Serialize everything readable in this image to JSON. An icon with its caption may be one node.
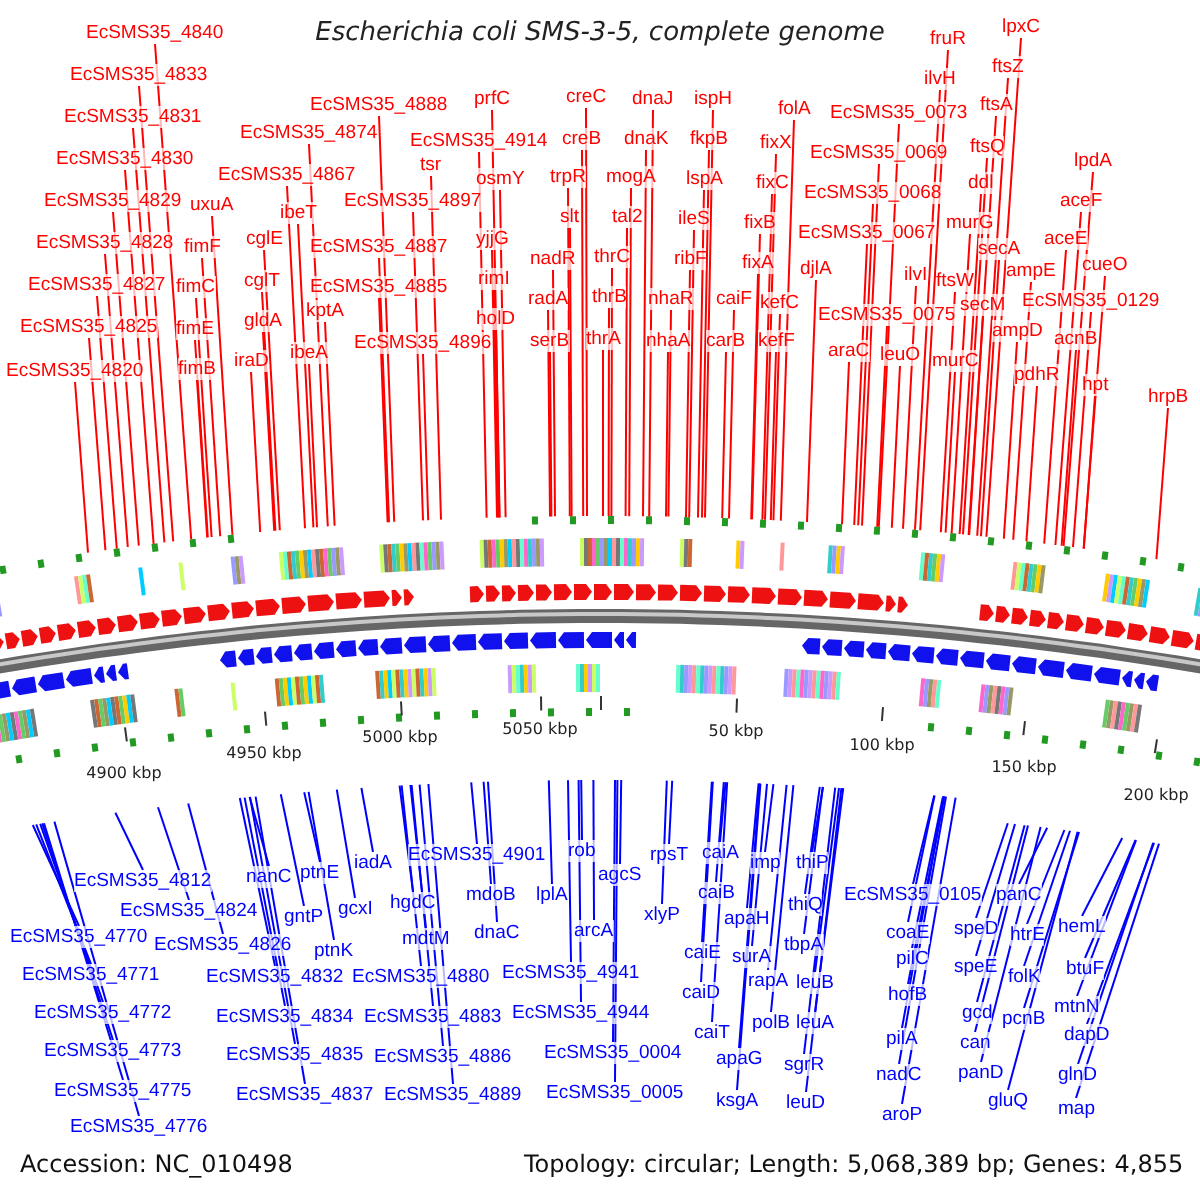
{
  "diagram": {
    "title": "Escherichia coli SMS-3-5, complete genome",
    "nodes": [
      {
        "text": [
          "EcSMS35_4840"
        ]
      },
      {
        "text": [
          "EcSMS35_4833"
        ]
      },
      {
        "text": [
          "EcSMS35_4831"
        ]
      },
      {
        "text": [
          "EcSMS35_4830"
        ]
      },
      {
        "text": [
          "EcSMS35_4829"
        ]
      },
      {
        "text": [
          "EcSMS35_4828"
        ]
      },
      {
        "text": [
          "EcSMS35_4827"
        ]
      },
      {
        "text": [
          "EcSMS35_4825"
        ]
      },
      {
        "text": [
          "EcSMS35_4820"
        ]
      },
      {
        "text": [
          "uxuA"
        ]
      },
      {
        "text": [
          "fimF"
        ]
      },
      {
        "text": [
          "fimC"
        ]
      },
      {
        "text": [
          "fimE"
        ]
      },
      {
        "text": [
          "fimB"
        ]
      },
      {
        "text": [
          "EcSMS35_4874"
        ]
      },
      {
        "text": [
          "EcSMS35_4867"
        ]
      },
      {
        "text": [
          "ibeT"
        ]
      },
      {
        "text": [
          "cglE"
        ]
      },
      {
        "text": [
          "cglT"
        ]
      },
      {
        "text": [
          "kptA"
        ]
      },
      {
        "text": [
          "gldA"
        ]
      },
      {
        "text": [
          "ibeA"
        ]
      },
      {
        "text": [
          "iraD"
        ]
      },
      {
        "text": [
          "EcSMS35_4888"
        ]
      },
      {
        "text": [
          "EcSMS35_4914"
        ]
      },
      {
        "text": [
          "tsr"
        ]
      },
      {
        "text": [
          "EcSMS35_4897"
        ]
      },
      {
        "text": [
          "EcSMS35_4887"
        ]
      },
      {
        "text": [
          "EcSMS35_4885"
        ]
      },
      {
        "text": [
          "EcSMS35_4896"
        ]
      },
      {
        "text": [
          "prfC"
        ]
      },
      {
        "text": [
          "osmY"
        ]
      },
      {
        "text": [
          "yjjG"
        ]
      },
      {
        "text": [
          "rimI"
        ]
      },
      {
        "text": [
          "holD"
        ]
      },
      {
        "text": [
          "creC"
        ]
      },
      {
        "text": [
          "creB"
        ]
      },
      {
        "text": [
          "trpR"
        ]
      },
      {
        "text": [
          "slt"
        ]
      },
      {
        "text": [
          "nadR"
        ]
      },
      {
        "text": [
          "radA"
        ]
      },
      {
        "text": [
          "serB"
        ]
      },
      {
        "text": [
          "mogA"
        ]
      },
      {
        "text": [
          "tal2"
        ]
      },
      {
        "text": [
          "thrC"
        ]
      },
      {
        "text": [
          "thrB"
        ]
      },
      {
        "text": [
          "thrA"
        ]
      },
      {
        "text": [
          "dnaJ"
        ]
      },
      {
        "text": [
          "dnaK"
        ]
      },
      {
        "text": [
          "ispH"
        ]
      },
      {
        "text": [
          "fkpB"
        ]
      },
      {
        "text": [
          "lspA"
        ]
      },
      {
        "text": [
          "ileS"
        ]
      },
      {
        "text": [
          "ribF"
        ]
      },
      {
        "text": [
          "nhaR"
        ]
      },
      {
        "text": [
          "nhaA"
        ]
      },
      {
        "text": [
          "caiF"
        ]
      },
      {
        "text": [
          "carB"
        ]
      },
      {
        "text": [
          "folA"
        ]
      },
      {
        "text": [
          "fixX"
        ]
      },
      {
        "text": [
          "fixC"
        ]
      },
      {
        "text": [
          "fixB"
        ]
      },
      {
        "text": [
          "fixA"
        ]
      },
      {
        "text": [
          "kefC"
        ]
      },
      {
        "text": [
          "kefF"
        ]
      },
      {
        "text": [
          "djlA"
        ]
      },
      {
        "text": [
          "EcSMS35_0073"
        ]
      },
      {
        "text": [
          "EcSMS35_0069"
        ]
      },
      {
        "text": [
          "EcSMS35_0068"
        ]
      },
      {
        "text": [
          "EcSMS35_0067"
        ]
      },
      {
        "text": [
          "EcSMS35_0075"
        ]
      },
      {
        "text": [
          "araC"
        ]
      },
      {
        "text": [
          "leuO"
        ]
      },
      {
        "text": [
          "ilvI"
        ]
      },
      {
        "text": [
          "fruR"
        ]
      },
      {
        "text": [
          "ilvH"
        ]
      },
      {
        "text": [
          "lpxC"
        ]
      },
      {
        "text": [
          "ftsZ"
        ]
      },
      {
        "text": [
          "ftsA"
        ]
      },
      {
        "text": [
          "ftsQ"
        ]
      },
      {
        "text": [
          "ddl"
        ]
      },
      {
        "text": [
          "murG"
        ]
      },
      {
        "text": [
          "secA"
        ]
      },
      {
        "text": [
          "ftsW"
        ]
      },
      {
        "text": [
          "secM"
        ]
      },
      {
        "text": [
          "murC"
        ]
      },
      {
        "text": [
          "ampE"
        ]
      },
      {
        "text": [
          "ampD"
        ]
      },
      {
        "text": [
          "lpdA"
        ]
      },
      {
        "text": [
          "aceF"
        ]
      },
      {
        "text": [
          "aceE"
        ]
      },
      {
        "text": [
          "cueO"
        ]
      },
      {
        "text": [
          "EcSMS35_0129"
        ]
      },
      {
        "text": [
          "acnB"
        ]
      },
      {
        "text": [
          "pdhR"
        ]
      },
      {
        "text": [
          "hpt"
        ]
      },
      {
        "text": [
          "hrpB"
        ]
      },
      {
        "text": [
          "EcSMS35_4812"
        ]
      },
      {
        "text": [
          "EcSMS35_4824"
        ]
      },
      {
        "text": [
          "EcSMS35_4770"
        ]
      },
      {
        "text": [
          "EcSMS35_4826"
        ]
      },
      {
        "text": [
          "EcSMS35_4771"
        ]
      },
      {
        "text": [
          "EcSMS35_4772"
        ]
      },
      {
        "text": [
          "EcSMS35_4773"
        ]
      },
      {
        "text": [
          "EcSMS35_4775"
        ]
      },
      {
        "text": [
          "EcSMS35_4776"
        ]
      },
      {
        "text": [
          "nanC"
        ]
      },
      {
        "text": [
          "ptnE"
        ]
      },
      {
        "text": [
          "iadA"
        ]
      },
      {
        "text": [
          "gntP"
        ]
      },
      {
        "text": [
          "gcxI"
        ]
      },
      {
        "text": [
          "ptnK"
        ]
      },
      {
        "text": [
          "EcSMS35_4832"
        ]
      },
      {
        "text": [
          "EcSMS35_4834"
        ]
      },
      {
        "text": [
          "EcSMS35_4835"
        ]
      },
      {
        "text": [
          "EcSMS35_4837"
        ]
      },
      {
        "text": [
          "hgdC"
        ]
      },
      {
        "text": [
          "mdtM"
        ]
      },
      {
        "text": [
          "EcSMS35_4880"
        ]
      },
      {
        "text": [
          "EcSMS35_4883"
        ]
      },
      {
        "text": [
          "EcSMS35_4886"
        ]
      },
      {
        "text": [
          "EcSMS35_4889"
        ]
      },
      {
        "text": [
          "EcSMS35_4901"
        ]
      },
      {
        "text": [
          "mdoB"
        ]
      },
      {
        "text": [
          "dnaC"
        ]
      },
      {
        "text": [
          "rob"
        ]
      },
      {
        "text": [
          "lplA"
        ]
      },
      {
        "text": [
          "agcS"
        ]
      },
      {
        "text": [
          "arcA"
        ]
      },
      {
        "text": [
          "EcSMS35_4941"
        ]
      },
      {
        "text": [
          "EcSMS35_4944"
        ]
      },
      {
        "text": [
          "EcSMS35_0004"
        ]
      },
      {
        "text": [
          "EcSMS35_0005"
        ]
      },
      {
        "text": [
          "rpsT"
        ]
      },
      {
        "text": [
          "xlyP"
        ]
      },
      {
        "text": [
          "caiA"
        ]
      },
      {
        "text": [
          "caiB"
        ]
      },
      {
        "text": [
          "caiE"
        ]
      },
      {
        "text": [
          "caiD"
        ]
      },
      {
        "text": [
          "caiT"
        ]
      },
      {
        "text": [
          "apaH"
        ]
      },
      {
        "text": [
          "surA"
        ]
      },
      {
        "text": [
          "rapA"
        ]
      },
      {
        "text": [
          "polB"
        ]
      },
      {
        "text": [
          "apaG"
        ]
      },
      {
        "text": [
          "ksgA"
        ]
      },
      {
        "text": [
          "imp"
        ]
      },
      {
        "text": [
          "thiP"
        ]
      },
      {
        "text": [
          "thiQ"
        ]
      },
      {
        "text": [
          "tbpA"
        ]
      },
      {
        "text": [
          "leuB"
        ]
      },
      {
        "text": [
          "leuA"
        ]
      },
      {
        "text": [
          "sgrR"
        ]
      },
      {
        "text": [
          "leuD"
        ]
      },
      {
        "text": [
          "EcSMS35_0105"
        ]
      },
      {
        "text": [
          "coaE"
        ]
      },
      {
        "text": [
          "pilC"
        ]
      },
      {
        "text": [
          "hofB"
        ]
      },
      {
        "text": [
          "pilA"
        ]
      },
      {
        "text": [
          "nadC"
        ]
      },
      {
        "text": [
          "aroP"
        ]
      },
      {
        "text": [
          "panC"
        ]
      },
      {
        "text": [
          "speD"
        ]
      },
      {
        "text": [
          "htrE"
        ]
      },
      {
        "text": [
          "speE"
        ]
      },
      {
        "text": [
          "folK"
        ]
      },
      {
        "text": [
          "gcd"
        ]
      },
      {
        "text": [
          "pcnB"
        ]
      },
      {
        "text": [
          "can"
        ]
      },
      {
        "text": [
          "panD"
        ]
      },
      {
        "text": [
          "gluQ"
        ]
      },
      {
        "text": [
          "hemL"
        ]
      },
      {
        "text": [
          "btuF"
        ]
      },
      {
        "text": [
          "mtnN"
        ]
      },
      {
        "text": [
          "dapD"
        ]
      },
      {
        "text": [
          "glnD"
        ]
      },
      {
        "text": [
          "map"
        ]
      }
    ],
    "edges": [
      {
        "from": 0,
        "to": null,
        "arrow": "none"
      },
      {
        "from": 1,
        "to": null,
        "arrow": "none"
      },
      {
        "from": 2,
        "to": null,
        "arrow": "none"
      },
      {
        "from": 3,
        "to": null,
        "arrow": "none"
      },
      {
        "from": 4,
        "to": null,
        "arrow": "none"
      },
      {
        "from": 5,
        "to": null,
        "arrow": "none"
      },
      {
        "from": 6,
        "to": null,
        "arrow": "none"
      },
      {
        "from": 7,
        "to": null,
        "arrow": "none"
      },
      {
        "from": 8,
        "to": null,
        "arrow": "none"
      },
      {
        "from": 9,
        "to": null,
        "arrow": "none"
      },
      {
        "from": 10,
        "to": null,
        "arrow": "none"
      },
      {
        "from": 11,
        "to": null,
        "arrow": "none"
      },
      {
        "from": 12,
        "to": null,
        "arrow": "none"
      },
      {
        "from": 13,
        "to": null,
        "arrow": "none"
      },
      {
        "from": 14,
        "to": null,
        "arrow": "none"
      },
      {
        "from": 15,
        "to": null,
        "arrow": "none"
      },
      {
        "from": 16,
        "to": null,
        "arrow": "none"
      },
      {
        "from": 17,
        "to": null,
        "arrow": "none"
      },
      {
        "from": 18,
        "to": null,
        "arrow": "none"
      },
      {
        "from": 19,
        "to": null,
        "arrow": "none"
      },
      {
        "from": 20,
        "to": null,
        "arrow": "none"
      },
      {
        "from": 21,
        "to": null,
        "arrow": "none"
      },
      {
        "from": 22,
        "to": null,
        "arrow": "none"
      },
      {
        "from": 23,
        "to": null,
        "arrow": "none"
      },
      {
        "from": 24,
        "to": null,
        "arrow": "none"
      },
      {
        "from": 25,
        "to": null,
        "arrow": "none"
      },
      {
        "from": 26,
        "to": null,
        "arrow": "none"
      },
      {
        "from": 27,
        "to": null,
        "arrow": "none"
      },
      {
        "from": 28,
        "to": null,
        "arrow": "none"
      },
      {
        "from": 29,
        "to": null,
        "arrow": "none"
      },
      {
        "from": 30,
        "to": null,
        "arrow": "none"
      },
      {
        "from": 31,
        "to": null,
        "arrow": "none"
      },
      {
        "from": 32,
        "to": null,
        "arrow": "none"
      },
      {
        "from": 33,
        "to": null,
        "arrow": "none"
      },
      {
        "from": 34,
        "to": null,
        "arrow": "none"
      },
      {
        "from": 35,
        "to": null,
        "arrow": "none"
      },
      {
        "from": 36,
        "to": null,
        "arrow": "none"
      },
      {
        "from": 37,
        "to": null,
        "arrow": "none"
      },
      {
        "from": 38,
        "to": null,
        "arrow": "none"
      },
      {
        "from": 39,
        "to": null,
        "arrow": "none"
      },
      {
        "from": 40,
        "to": null,
        "arrow": "none"
      },
      {
        "from": 41,
        "to": null,
        "arrow": "none"
      },
      {
        "from": 42,
        "to": null,
        "arrow": "none"
      },
      {
        "from": 43,
        "to": null,
        "arrow": "none"
      },
      {
        "from": 44,
        "to": null,
        "arrow": "none"
      },
      {
        "from": 45,
        "to": null,
        "arrow": "none"
      },
      {
        "from": 46,
        "to": null,
        "arrow": "none"
      },
      {
        "from": 47,
        "to": null,
        "arrow": "none"
      },
      {
        "from": 48,
        "to": null,
        "arrow": "none"
      },
      {
        "from": 49,
        "to": null,
        "arrow": "none"
      },
      {
        "from": 50,
        "to": null,
        "arrow": "none"
      },
      {
        "from": 51,
        "to": null,
        "arrow": "none"
      },
      {
        "from": 52,
        "to": null,
        "arrow": "none"
      },
      {
        "from": 53,
        "to": null,
        "arrow": "none"
      },
      {
        "from": 54,
        "to": null,
        "arrow": "none"
      },
      {
        "from": 55,
        "to": null,
        "arrow": "none"
      },
      {
        "from": 56,
        "to": null,
        "arrow": "none"
      },
      {
        "from": 57,
        "to": null,
        "arrow": "none"
      },
      {
        "from": 58,
        "to": null,
        "arrow": "none"
      },
      {
        "from": 59,
        "to": null,
        "arrow": "none"
      },
      {
        "from": 60,
        "to": null,
        "arrow": "none"
      },
      {
        "from": 61,
        "to": null,
        "arrow": "none"
      },
      {
        "from": 62,
        "to": null,
        "arrow": "none"
      },
      {
        "from": 63,
        "to": null,
        "arrow": "none"
      },
      {
        "from": 64,
        "to": null,
        "arrow": "none"
      },
      {
        "from": 65,
        "to": null,
        "arrow": "none"
      },
      {
        "from": 66,
        "to": null,
        "arrow": "none"
      },
      {
        "from": 67,
        "to": null,
        "arrow": "none"
      },
      {
        "from": 68,
        "to": null,
        "arrow": "none"
      },
      {
        "from": 69,
        "to": null,
        "arrow": "none"
      },
      {
        "from": 70,
        "to": null,
        "arrow": "none"
      },
      {
        "from": 71,
        "to": null,
        "arrow": "none"
      },
      {
        "from": 72,
        "to": null,
        "arrow": "none"
      },
      {
        "from": 73,
        "to": null,
        "arrow": "none"
      },
      {
        "from": 74,
        "to": null,
        "arrow": "none"
      },
      {
        "from": 75,
        "to": null,
        "arrow": "none"
      },
      {
        "from": 76,
        "to": null,
        "arrow": "none"
      },
      {
        "from": 77,
        "to": null,
        "arrow": "none"
      },
      {
        "from": 78,
        "to": null,
        "arrow": "none"
      },
      {
        "from": 79,
        "to": null,
        "arrow": "none"
      },
      {
        "from": 80,
        "to": null,
        "arrow": "none"
      },
      {
        "from": 81,
        "to": null,
        "arrow": "none"
      },
      {
        "from": 82,
        "to": null,
        "arrow": "none"
      },
      {
        "from": 83,
        "to": null,
        "arrow": "none"
      },
      {
        "from": 84,
        "to": null,
        "arrow": "none"
      },
      {
        "from": 85,
        "to": null,
        "arrow": "none"
      },
      {
        "from": 86,
        "to": null,
        "arrow": "none"
      },
      {
        "from": 87,
        "to": null,
        "arrow": "none"
      },
      {
        "from": 88,
        "to": null,
        "arrow": "none"
      },
      {
        "from": 89,
        "to": null,
        "arrow": "none"
      },
      {
        "from": 90,
        "to": null,
        "arrow": "none"
      },
      {
        "from": 91,
        "to": null,
        "arrow": "none"
      },
      {
        "from": 92,
        "to": null,
        "arrow": "none"
      },
      {
        "from": 93,
        "to": null,
        "arrow": "none"
      },
      {
        "from": 94,
        "to": null,
        "arrow": "none"
      },
      {
        "from": 95,
        "to": null,
        "arrow": "none"
      },
      {
        "from": 96,
        "to": null,
        "arrow": "none"
      },
      {
        "from": 97,
        "to": null,
        "arrow": "none",
        "color": "#0000ff"
      },
      {
        "from": 98,
        "to": null,
        "arrow": "none",
        "color": "#0000ff"
      },
      {
        "from": 99,
        "to": null,
        "arrow": "none",
        "color": "#0000ff"
      },
      {
        "from": 100,
        "to": null,
        "arrow": "none",
        "color": "#0000ff"
      },
      {
        "from": 101,
        "to": null,
        "arrow": "none",
        "color": "#0000ff"
      },
      {
        "from": 102,
        "to": null,
        "arrow": "none",
        "color": "#0000ff"
      },
      {
        "from": 103,
        "to": null,
        "arrow": "none",
        "color": "#0000ff"
      },
      {
        "from": 104,
        "to": null,
        "arrow": "none",
        "color": "#0000ff"
      },
      {
        "from": 105,
        "to": null,
        "arrow": "none",
        "color": "#0000ff"
      },
      {
        "from": 106,
        "to": null,
        "arrow": "none",
        "color": "#0000ff"
      },
      {
        "from": 107,
        "to": null,
        "arrow": "none",
        "color": "#0000ff"
      },
      {
        "from": 108,
        "to": null,
        "arrow": "none",
        "color": "#0000ff"
      },
      {
        "from": 109,
        "to": null,
        "arrow": "none",
        "color": "#0000ff"
      },
      {
        "from": 110,
        "to": null,
        "arrow": "none",
        "color": "#0000ff"
      },
      {
        "from": 111,
        "to": null,
        "arrow": "none",
        "color": "#0000ff"
      },
      {
        "from": 112,
        "to": null,
        "arrow": "none",
        "color": "#0000ff"
      },
      {
        "from": 113,
        "to": null,
        "arrow": "none",
        "color": "#0000ff"
      },
      {
        "from": 114,
        "to": null,
        "arrow": "none",
        "color": "#0000ff"
      },
      {
        "from": 115,
        "to": null,
        "arrow": "none",
        "color": "#0000ff"
      },
      {
        "from": 116,
        "to": null,
        "arrow": "none",
        "color": "#0000ff"
      },
      {
        "from": 117,
        "to": null,
        "arrow": "none",
        "color": "#0000ff"
      },
      {
        "from": 118,
        "to": null,
        "arrow": "none",
        "color": "#0000ff"
      },
      {
        "from": 119,
        "to": null,
        "arrow": "none",
        "color": "#0000ff"
      },
      {
        "from": 120,
        "to": null,
        "arrow": "none",
        "color": "#0000ff"
      },
      {
        "from": 121,
        "to": null,
        "arrow": "none",
        "color": "#0000ff"
      },
      {
        "from": 122,
        "to": null,
        "arrow": "none",
        "color": "#0000ff"
      },
      {
        "from": 123,
        "to": null,
        "arrow": "none",
        "color": "#0000ff"
      },
      {
        "from": 124,
        "to": null,
        "arrow": "none",
        "color": "#0000ff"
      },
      {
        "from": 125,
        "to": null,
        "arrow": "none",
        "color": "#0000ff"
      },
      {
        "from": 126,
        "to": null,
        "arrow": "none",
        "color": "#0000ff"
      },
      {
        "from": 127,
        "to": null,
        "arrow": "none",
        "color": "#0000ff"
      },
      {
        "from": 128,
        "to": null,
        "arrow": "none",
        "color": "#0000ff"
      },
      {
        "from": 129,
        "to": null,
        "arrow": "none",
        "color": "#0000ff"
      },
      {
        "from": 130,
        "to": null,
        "arrow": "none",
        "color": "#0000ff"
      },
      {
        "from": 131,
        "to": null,
        "arrow": "none",
        "color": "#0000ff"
      },
      {
        "from": 132,
        "to": null,
        "arrow": "none",
        "color": "#0000ff"
      },
      {
        "from": 133,
        "to": null,
        "arrow": "none",
        "color": "#0000ff"
      },
      {
        "from": 134,
        "to": null,
        "arrow": "none",
        "color": "#0000ff"
      },
      {
        "from": 135,
        "to": null,
        "arrow": "none",
        "color": "#0000ff"
      },
      {
        "from": 136,
        "to": null,
        "arrow": "none",
        "color": "#0000ff"
      },
      {
        "from": 137,
        "to": null,
        "arrow": "none",
        "color": "#0000ff"
      },
      {
        "from": 138,
        "to": null,
        "arrow": "none",
        "color": "#0000ff"
      },
      {
        "from": 139,
        "to": null,
        "arrow": "none",
        "color": "#0000ff"
      },
      {
        "from": 140,
        "to": null,
        "arrow": "none",
        "color": "#0000ff"
      },
      {
        "from": 141,
        "to": null,
        "arrow": "none",
        "color": "#0000ff"
      },
      {
        "from": 142,
        "to": null,
        "arrow": "none",
        "color": "#0000ff"
      },
      {
        "from": 143,
        "to": null,
        "arrow": "none",
        "color": "#0000ff"
      },
      {
        "from": 144,
        "to": null,
        "arrow": "none",
        "color": "#0000ff"
      },
      {
        "from": 145,
        "to": null,
        "arrow": "none",
        "color": "#0000ff"
      },
      {
        "from": 146,
        "to": null,
        "arrow": "none",
        "color": "#0000ff"
      },
      {
        "from": 147,
        "to": null,
        "arrow": "none",
        "color": "#0000ff"
      },
      {
        "from": 148,
        "to": null,
        "arrow": "none",
        "color": "#0000ff"
      },
      {
        "from": 149,
        "to": null,
        "arrow": "none",
        "color": "#0000ff"
      },
      {
        "from": 150,
        "to": null,
        "arrow": "none",
        "color": "#0000ff"
      },
      {
        "from": 151,
        "to": null,
        "arrow": "none",
        "color": "#0000ff"
      },
      {
        "from": 152,
        "to": null,
        "arrow": "none",
        "color": "#0000ff"
      },
      {
        "from": 153,
        "to": null,
        "arrow": "none",
        "color": "#0000ff"
      },
      {
        "from": 154,
        "to": null,
        "arrow": "none",
        "color": "#0000ff"
      },
      {
        "from": 155,
        "to": null,
        "arrow": "none",
        "color": "#0000ff"
      },
      {
        "from": 156,
        "to": null,
        "arrow": "none",
        "color": "#0000ff"
      },
      {
        "from": 157,
        "to": null,
        "arrow": "none",
        "color": "#0000ff"
      },
      {
        "from": 158,
        "to": null,
        "arrow": "none",
        "color": "#0000ff"
      },
      {
        "from": 159,
        "to": null,
        "arrow": "none",
        "color": "#0000ff"
      },
      {
        "from": 160,
        "to": null,
        "arrow": "none",
        "color": "#0000ff"
      },
      {
        "from": 161,
        "to": null,
        "arrow": "none",
        "color": "#0000ff"
      },
      {
        "from": 162,
        "to": null,
        "arrow": "none",
        "color": "#0000ff"
      },
      {
        "from": 163,
        "to": null,
        "arrow": "none",
        "color": "#0000ff"
      },
      {
        "from": 164,
        "to": null,
        "arrow": "none",
        "color": "#0000ff"
      },
      {
        "from": 165,
        "to": null,
        "arrow": "none",
        "color": "#0000ff"
      },
      {
        "from": 166,
        "to": null,
        "arrow": "none",
        "color": "#0000ff"
      },
      {
        "from": 167,
        "to": null,
        "arrow": "none",
        "color": "#0000ff"
      },
      {
        "from": 168,
        "to": null,
        "arrow": "none",
        "color": "#0000ff"
      },
      {
        "from": 169,
        "to": null,
        "arrow": "none",
        "color": "#0000ff"
      },
      {
        "from": 170,
        "to": null,
        "arrow": "none",
        "color": "#0000ff"
      },
      {
        "from": 171,
        "to": null,
        "arrow": "none",
        "color": "#0000ff"
      },
      {
        "from": 172,
        "to": null,
        "arrow": "none",
        "color": "#0000ff"
      },
      {
        "from": 173,
        "to": null,
        "arrow": "none",
        "color": "#0000ff"
      },
      {
        "from": 174,
        "to": null,
        "arrow": "none",
        "color": "#0000ff"
      },
      {
        "from": 175,
        "to": null,
        "arrow": "none",
        "color": "#0000ff"
      },
      {
        "from": 176,
        "to": null,
        "arrow": "none",
        "color": "#0000ff"
      }
    ],
    "labels": [
      "4900 kbp",
      "4950 kbp",
      "5000 kbp",
      "5050 kbp",
      "50 kbp",
      "100 kbp",
      "150 kbp",
      "200 kbp",
      "Accession: NC_010498",
      "Topology: circular; Length: 5,068,389 bp; Genes: 4,855"
    ]
  }
}
